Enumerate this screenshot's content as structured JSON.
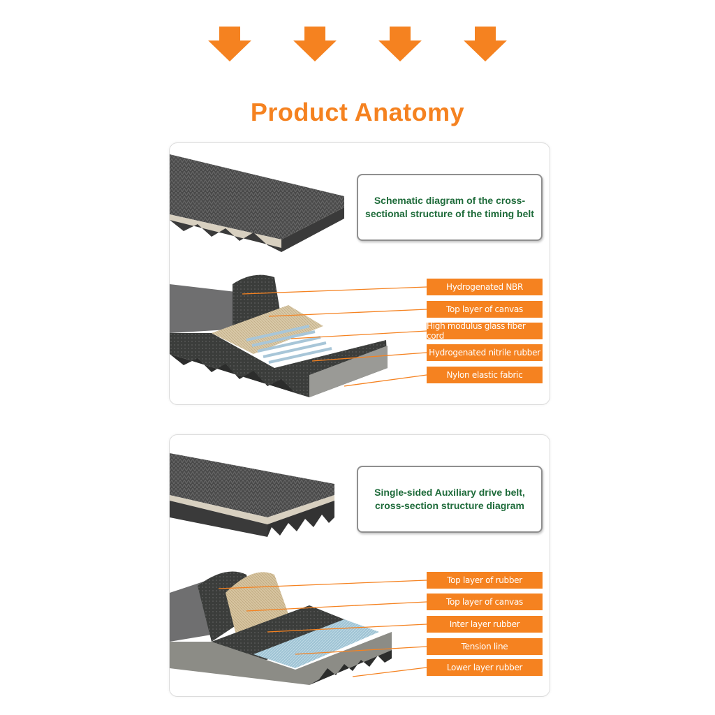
{
  "colors": {
    "accent": "#f58220",
    "schema_text": "#1e6b3a",
    "border": "#8f8f8f"
  },
  "header": {
    "arrows": [
      "arrow-down-icon",
      "arrow-down-icon",
      "arrow-down-icon",
      "arrow-down-icon"
    ],
    "title": "Product Anatomy"
  },
  "timing_belt": {
    "caption_line1": "Schematic diagram of the cross-",
    "caption_line2": "sectional structure of the timing belt",
    "layers": [
      "Hydrogenated NBR",
      "Top layer of canvas",
      "High modulus glass fiber cord",
      "Hydrogenated nitrile rubber",
      "Nylon elastic fabric"
    ]
  },
  "auxiliary_belt": {
    "caption_line1": "Single-sided  Auxiliary drive belt,",
    "caption_line2": "cross-section structure diagram",
    "layers": [
      "Top layer of rubber",
      "Top layer of canvas",
      "Inter layer rubber",
      "Tension line",
      "Lower layer rubber"
    ]
  }
}
